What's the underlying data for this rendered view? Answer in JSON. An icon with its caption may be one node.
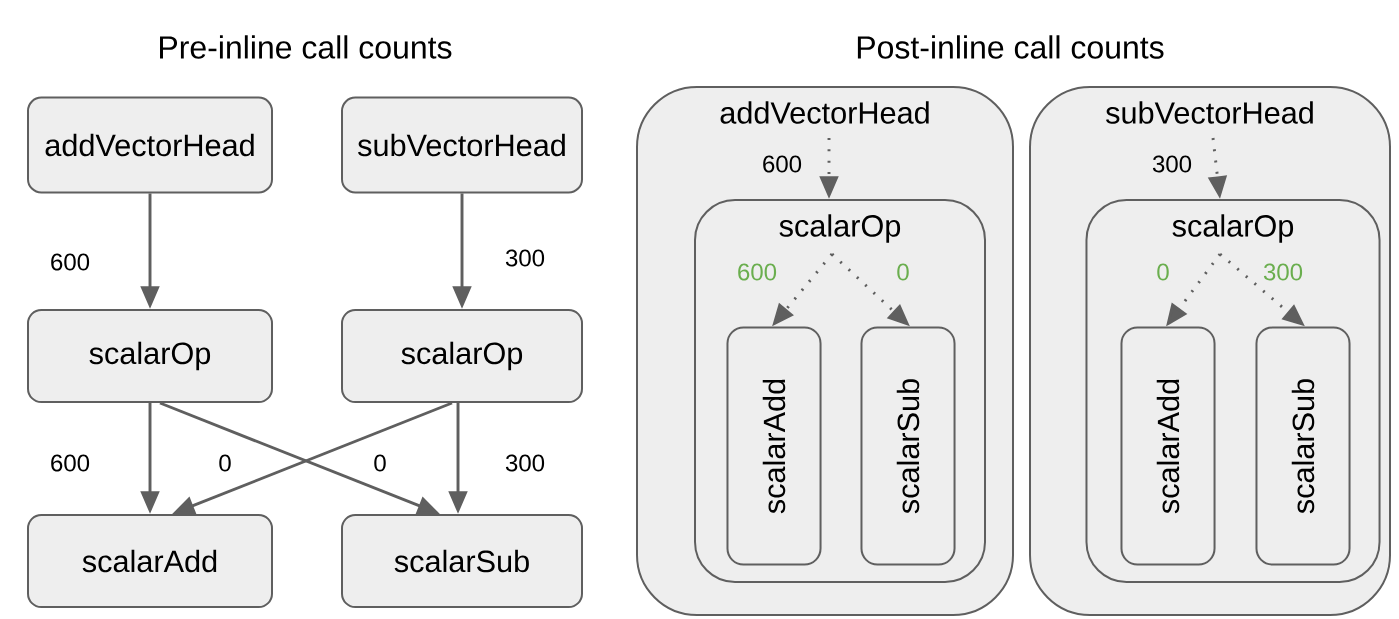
{
  "diagram": {
    "nodes": [
      {
        "text": [
          "addVectorHead"
        ]
      },
      {
        "text": [
          "subVectorHead"
        ]
      },
      {
        "text": [
          "scalarOp"
        ]
      },
      {
        "text": [
          "scalarOp"
        ]
      },
      {
        "text": [
          "scalarAdd"
        ]
      },
      {
        "text": [
          "scalarSub"
        ]
      },
      {
        "text": [
          "addVectorHead"
        ]
      },
      {
        "text": [
          "scalarOp"
        ],
        "in": 6
      },
      {
        "text": [
          "scalarAdd"
        ],
        "in": 7
      },
      {
        "text": [
          "scalarSub"
        ],
        "in": 7
      },
      {
        "text": [
          "subVectorHead"
        ]
      },
      {
        "text": [
          "scalarOp"
        ],
        "in": 10
      },
      {
        "text": [
          "scalarAdd"
        ],
        "in": 11
      },
      {
        "text": [
          "scalarSub"
        ],
        "in": 11
      }
    ],
    "edges": [
      {
        "from": 0,
        "to": 2,
        "label": "600",
        "arrow": "to"
      },
      {
        "from": 1,
        "to": 3,
        "label": "300",
        "arrow": "to"
      },
      {
        "from": 2,
        "to": 4,
        "label": "600",
        "arrow": "to"
      },
      {
        "from": 2,
        "to": 5,
        "label": "0",
        "arrow": "to"
      },
      {
        "from": 3,
        "to": 4,
        "label": "0",
        "arrow": "to"
      },
      {
        "from": 3,
        "to": 5,
        "label": "300",
        "arrow": "to"
      },
      {
        "from": 6,
        "to": 7,
        "label": "600",
        "arrow": "to",
        "style": "dashed"
      },
      {
        "from": 7,
        "to": 8,
        "label": "600",
        "arrow": "to",
        "style": "dashed"
      },
      {
        "from": 7,
        "to": 9,
        "label": "0",
        "arrow": "to",
        "style": "dashed"
      },
      {
        "from": 10,
        "to": 11,
        "label": "300",
        "arrow": "to",
        "style": "dashed"
      },
      {
        "from": 11,
        "to": 12,
        "label": "0",
        "arrow": "to",
        "style": "dashed"
      },
      {
        "from": 11,
        "to": 13,
        "label": "300",
        "arrow": "to",
        "style": "dashed"
      }
    ],
    "labels": [
      "Pre-inline call counts",
      "Post-inline call counts"
    ]
  }
}
